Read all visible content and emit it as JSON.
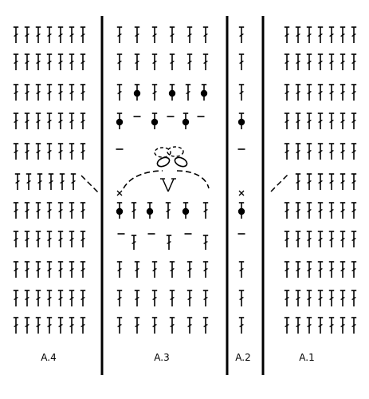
{
  "diagram": {
    "labels": {
      "a4": "A.4",
      "a3": "A.3",
      "a2": "A.2",
      "a1": "A.1"
    },
    "symbols": {
      "tr": "treble-stitch-symbol",
      "trb": "treble-with-dot-symbol",
      "ch": "chain-dash-symbol",
      "x": "cross-symbol"
    },
    "ink_color": "#000000",
    "background_color": "#ffffff"
  }
}
